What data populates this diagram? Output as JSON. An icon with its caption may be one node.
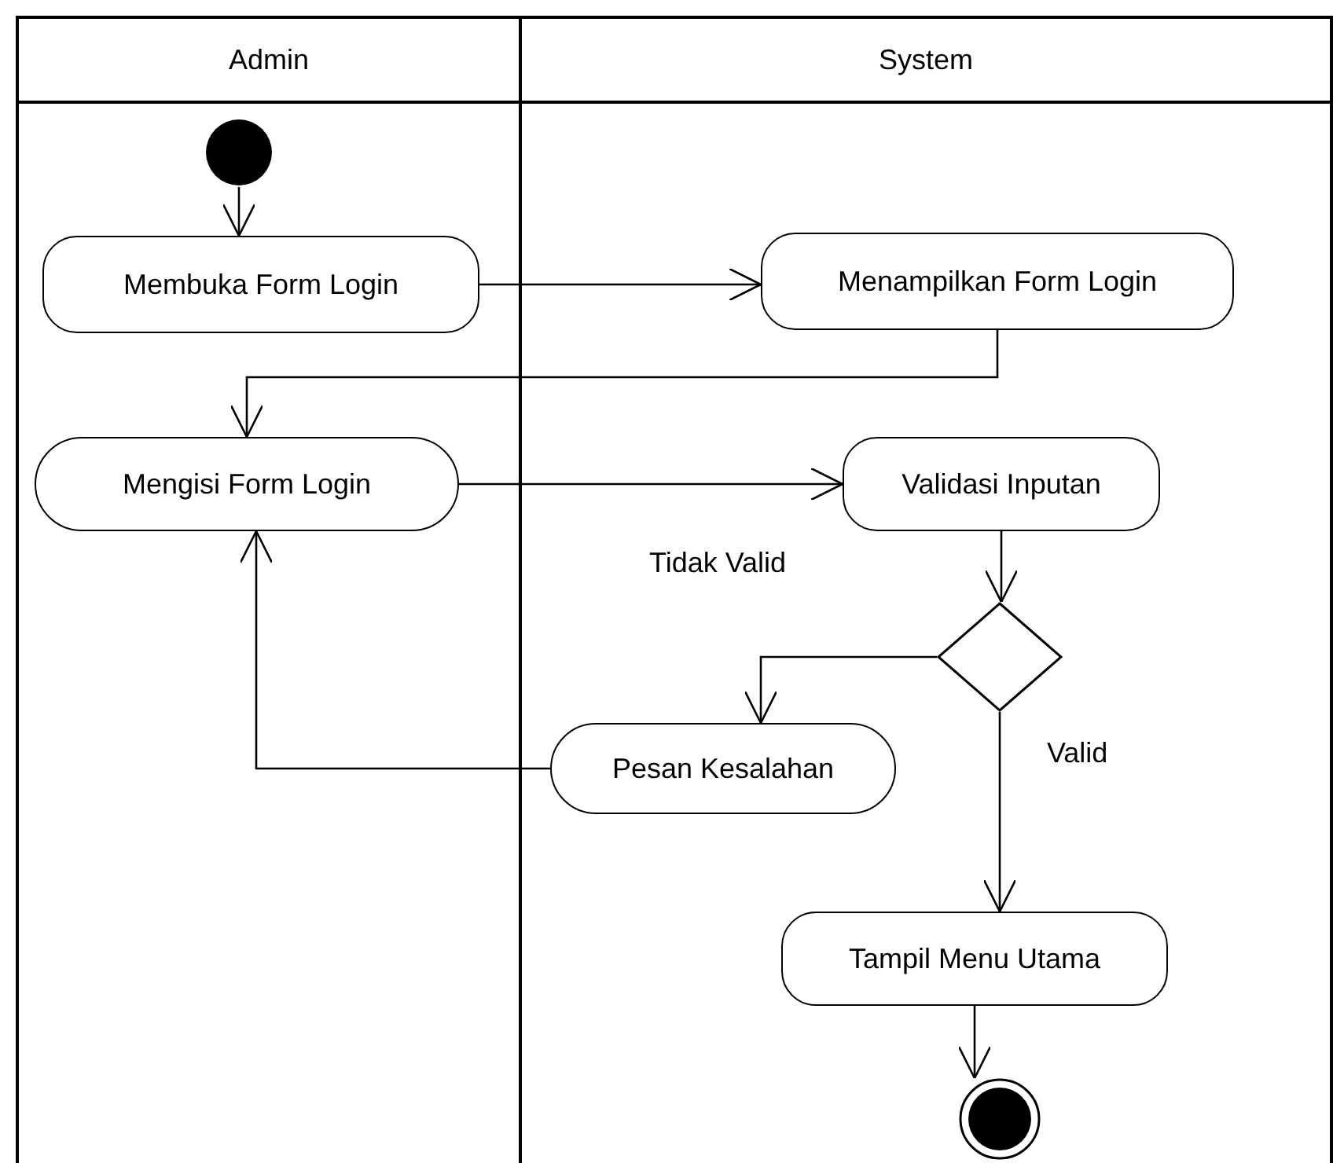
{
  "diagram": {
    "nodes": [
      {
        "text": [
          "Admin"
        ]
      },
      {
        "text": [
          "System"
        ]
      },
      {
        "text": [],
        "shape": "circle",
        "in": 0
      },
      {
        "text": [
          "Membuka Form Login"
        ],
        "in": 0
      },
      {
        "text": [
          "Menampilkan Form Login"
        ],
        "in": 1
      },
      {
        "text": [
          "Mengisi Form Login"
        ],
        "in": 0
      },
      {
        "text": [
          "Validasi Inputan"
        ],
        "in": 1
      },
      {
        "text": [],
        "shape": "diamond",
        "in": 1
      },
      {
        "text": [
          "Pesan Kesalahan"
        ],
        "in": 1
      },
      {
        "text": [
          "Tampil Menu Utama"
        ],
        "in": 1
      },
      {
        "text": [],
        "shape": "bullseye",
        "in": 1
      }
    ],
    "edges": [
      {
        "from": 2,
        "to": 3,
        "arrow": "to"
      },
      {
        "from": 3,
        "to": 4,
        "arrow": "to"
      },
      {
        "from": 4,
        "to": 5,
        "arrow": "to"
      },
      {
        "from": 5,
        "to": 6,
        "arrow": "to"
      },
      {
        "from": 6,
        "to": 7,
        "arrow": "to"
      },
      {
        "from": 7,
        "to": 8,
        "arrow": "to",
        "label": "Tidak Valid"
      },
      {
        "from": 8,
        "to": 5,
        "arrow": "to"
      },
      {
        "from": 7,
        "to": 9,
        "arrow": "to",
        "label": "Valid"
      },
      {
        "from": 9,
        "to": 10,
        "arrow": "to"
      }
    ]
  }
}
